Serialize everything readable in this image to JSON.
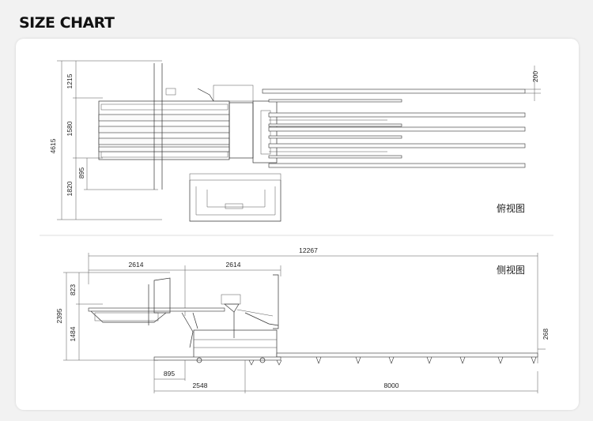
{
  "header": {
    "title": "SIZE CHART"
  },
  "top_view": {
    "label": "俯视图",
    "dims": {
      "total_height": "4615",
      "top": "1215",
      "middle": "1580",
      "bottom": "1820",
      "inner": "895",
      "rail_gap": "200"
    }
  },
  "side_view": {
    "label": "侧视图",
    "dims": {
      "total_length": "12267",
      "seg1": "2614",
      "seg2": "2614",
      "height_total": "2395",
      "height_top": "823",
      "height_bottom": "1484",
      "rail_height": "268",
      "base1": "895",
      "base2": "2548",
      "base3": "8000"
    }
  }
}
